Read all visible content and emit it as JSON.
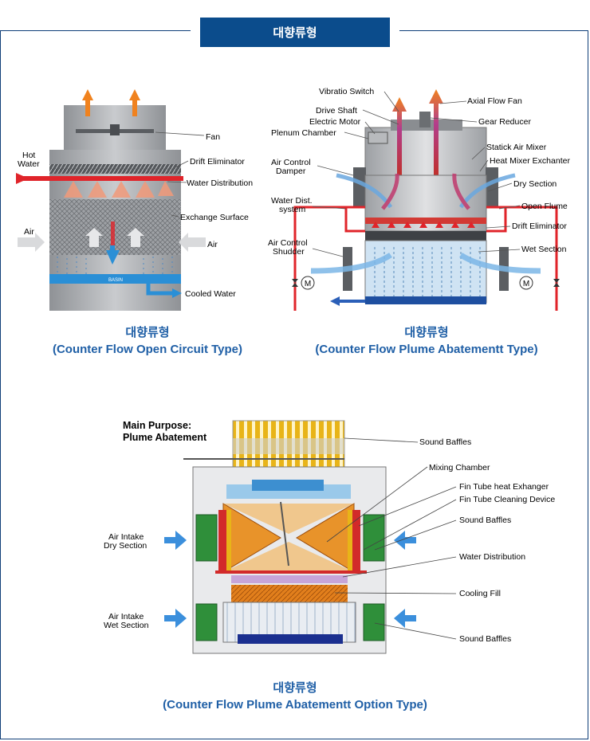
{
  "header": {
    "tab_label": "대향류형"
  },
  "diagram1": {
    "caption_ko": "대향류형",
    "caption_en": "(Counter Flow Open Circuit Type)",
    "labels": {
      "fan": "Fan",
      "hot_water": "Hot\nWater",
      "drift_eliminator": "Drift Eliminator",
      "water_distribution": "Water Distribution",
      "exchange_surface": "Exchange Surface",
      "air_left": "Air",
      "air_right": "Air",
      "basin": "BASIN",
      "cooled_water": "Cooled Water"
    }
  },
  "diagram2": {
    "caption_ko": "대향류형",
    "caption_en": "(Counter Flow Plume Abatementt Type)",
    "labels": {
      "vibratio_switch": "Vibratio Switch",
      "drive_shaft": "Drive Shaft",
      "electric_motor": "Electric Motor",
      "plenum_chamber": "Plenum Chamber",
      "axial_flow_fan": "Axial Flow Fan",
      "gear_reducer": "Gear Reducer",
      "statick_air_mixer": "Statick Air Mixer",
      "heat_mixer_exchanter": "Heat Mixer Exchanter",
      "air_control_damper": "Air Control\nDamper",
      "dry_section": "Dry Section",
      "water_dist_system": "Water Dist.\nsystem",
      "open_flume": "Open Flume",
      "drift_eliminator": "Drift Eliminator",
      "air_control_shudder": "Air Control\nShudder",
      "wet_section": "Wet Section",
      "motor_symbol": "M"
    }
  },
  "diagram3": {
    "caption_ko": "대향류형",
    "caption_en": "(Counter Flow Plume Abatementt Option Type)",
    "labels": {
      "main_purpose": "Main Purpose:\nPlume Abatement",
      "sound_baffles_top": "Sound Baffles",
      "mixing_chamber": "Mixing Chamber",
      "fin_tube_heat_exchanger": "Fin Tube heat Exhanger",
      "fin_tube_cleaning_device": "Fin Tube Cleaning Device",
      "sound_baffles_mid": "Sound Baffles",
      "air_intake_dry": "Air Intake\nDry Section",
      "water_distribution": "Water Distribution",
      "cooling_fill": "Cooling Fill",
      "air_intake_wet": "Air Intake\nWet Section",
      "sound_baffles_bottom": "Sound Baffles"
    }
  },
  "colors": {
    "brand_blue": "#0b4c8c",
    "caption_blue": "#1f5fa6",
    "hot_red": "#e0242a",
    "air_orange": "#f0821e",
    "cool_blue": "#2a8fd6"
  }
}
